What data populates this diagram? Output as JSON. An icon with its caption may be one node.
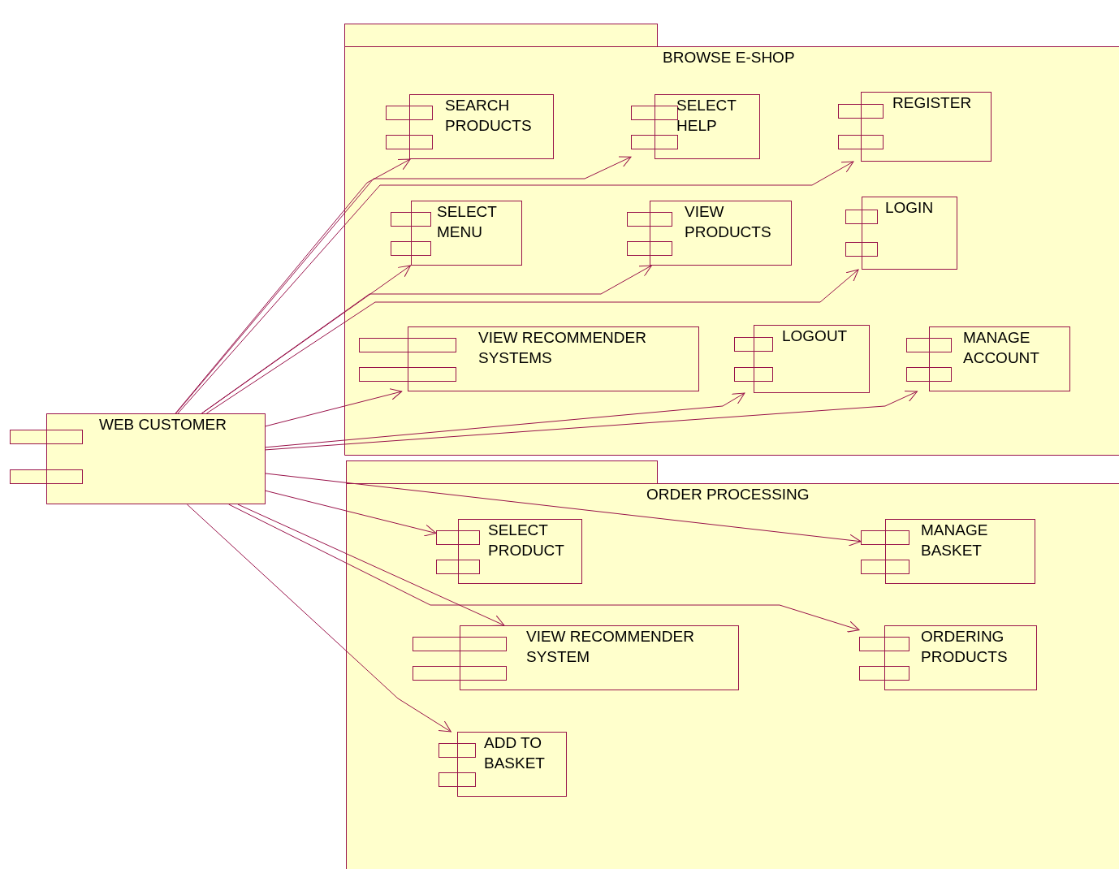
{
  "diagram": {
    "nodes": [
      {
        "text": [
          "BROWSE E-SHOP"
        ]
      },
      {
        "text": [
          "SEARCH PRODUCTS"
        ],
        "in": 0
      },
      {
        "text": [
          "SELECT HELP"
        ],
        "in": 0
      },
      {
        "text": [
          "REGISTER"
        ],
        "in": 0
      },
      {
        "text": [
          "SELECT MENU"
        ],
        "in": 0
      },
      {
        "text": [
          "VIEW PRODUCTS"
        ],
        "in": 0
      },
      {
        "text": [
          "LOGIN"
        ],
        "in": 0
      },
      {
        "text": [
          "VIEW RECOMMENDER SYSTEMS"
        ],
        "in": 0
      },
      {
        "text": [
          "LOGOUT"
        ],
        "in": 0
      },
      {
        "text": [
          "MANAGE ACCOUNT"
        ],
        "in": 0
      },
      {
        "text": [
          "WEB CUSTOMER"
        ]
      },
      {
        "text": [
          "ORDER PROCESSING"
        ]
      },
      {
        "text": [
          "SELECT PRODUCT"
        ],
        "in": 11
      },
      {
        "text": [
          "MANAGE BASKET"
        ],
        "in": 11
      },
      {
        "text": [
          "VIEW RECOMMENDER SYSTEM"
        ],
        "in": 11
      },
      {
        "text": [
          "ORDERING PRODUCTS"
        ],
        "in": 11
      },
      {
        "text": [
          "ADD TO BASKET"
        ],
        "in": 11
      }
    ],
    "edges": [
      {
        "from": 10,
        "to": 1,
        "arrow": "to"
      },
      {
        "from": 10,
        "to": 2,
        "arrow": "to"
      },
      {
        "from": 10,
        "to": 3,
        "arrow": "to"
      },
      {
        "from": 10,
        "to": 4,
        "arrow": "to"
      },
      {
        "from": 10,
        "to": 5,
        "arrow": "to"
      },
      {
        "from": 10,
        "to": 6,
        "arrow": "to"
      },
      {
        "from": 10,
        "to": 7,
        "arrow": "to"
      },
      {
        "from": 10,
        "to": 8,
        "arrow": "to"
      },
      {
        "from": 10,
        "to": 9,
        "arrow": "to"
      },
      {
        "from": 10,
        "to": 12,
        "arrow": "to"
      },
      {
        "from": 10,
        "to": 13,
        "arrow": "to"
      },
      {
        "from": 10,
        "to": 14,
        "arrow": "to"
      },
      {
        "from": 10,
        "to": 15,
        "arrow": "to"
      },
      {
        "from": 10,
        "to": 16,
        "arrow": "to"
      }
    ]
  }
}
